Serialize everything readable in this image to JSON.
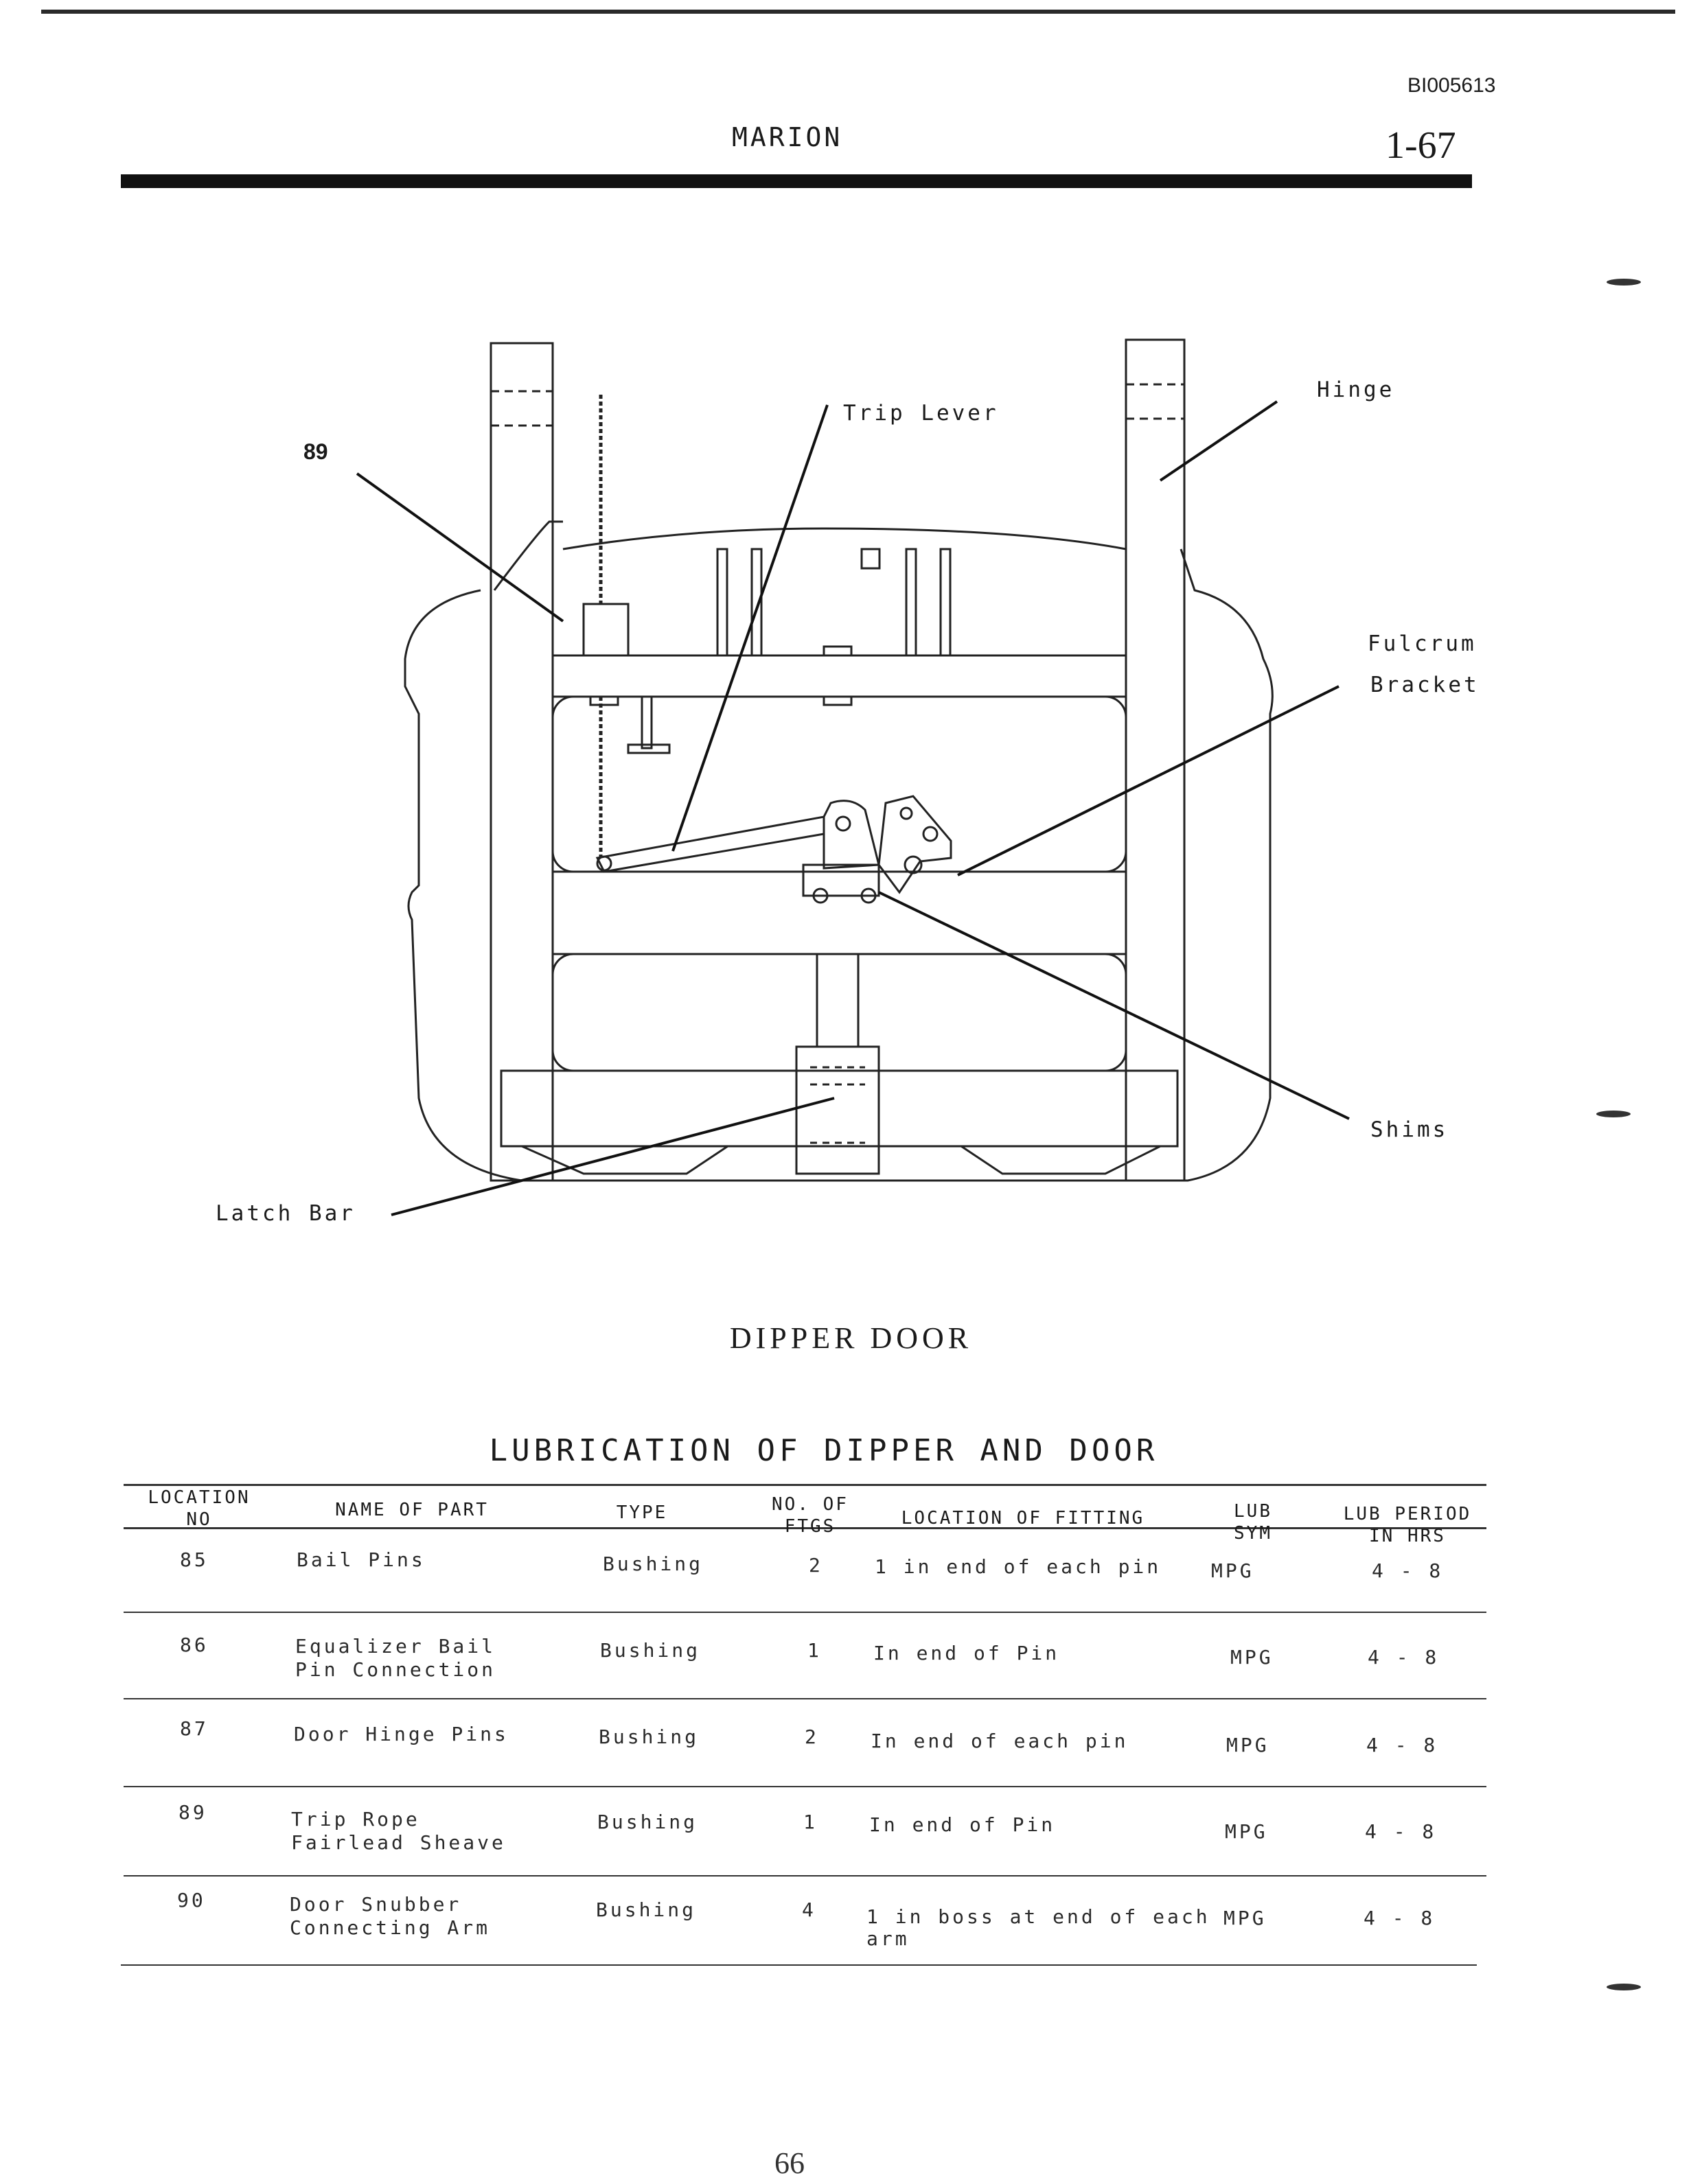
{
  "header": {
    "doc_id": "BI005613",
    "brand": "MARION",
    "page_number": "1-67"
  },
  "diagram": {
    "callouts": {
      "trip_lever": "Trip  Lever",
      "hinge": "Hinge",
      "fulcrum": "Fulcrum",
      "bracket": "Bracket",
      "ref_89": "89",
      "shims": "Shims",
      "latch_bar": "Latch Bar"
    },
    "caption": "DIPPER DOOR"
  },
  "table": {
    "title": "LUBRICATION OF DIPPER AND DOOR",
    "headers": {
      "location_no_1": "LOCATION",
      "location_no_2": "NO",
      "name": "NAME OF PART",
      "type": "TYPE",
      "ftgs_1": "NO. OF",
      "ftgs_2": "FTGS",
      "location_fitting": "LOCATION OF FITTING",
      "lub_sym_1": "LUB",
      "lub_sym_2": "SYM",
      "lub_period_1": "LUB PERIOD",
      "lub_period_2": "IN HRS"
    },
    "rows": [
      {
        "no": "85",
        "name_1": "Bail Pins",
        "name_2": "",
        "type": "Bushing",
        "ftgs": "2",
        "loc_1": "1 in end of each pin",
        "loc_2": "",
        "sym": "MPG",
        "period": "4 - 8"
      },
      {
        "no": "86",
        "name_1": "Equalizer Bail",
        "name_2": "Pin Connection",
        "type": "Bushing",
        "ftgs": "1",
        "loc_1": "In end of Pin",
        "loc_2": "",
        "sym": "MPG",
        "period": "4 - 8"
      },
      {
        "no": "87",
        "name_1": "Door Hinge Pins",
        "name_2": "",
        "type": "Bushing",
        "ftgs": "2",
        "loc_1": "In end of each pin",
        "loc_2": "",
        "sym": "MPG",
        "period": "4 - 8"
      },
      {
        "no": "89",
        "name_1": "Trip Rope",
        "name_2": "Fairlead Sheave",
        "type": "Bushing",
        "ftgs": "1",
        "loc_1": "In end of Pin",
        "loc_2": "",
        "sym": "MPG",
        "period": "4 - 8"
      },
      {
        "no": "90",
        "name_1": "Door Snubber",
        "name_2": "Connecting Arm",
        "type": "Bushing",
        "ftgs": "4",
        "loc_1": "1 in boss at end of each",
        "loc_2": "arm",
        "sym": "MPG",
        "period": "4 - 8"
      }
    ]
  },
  "footer": {
    "page": "66"
  }
}
